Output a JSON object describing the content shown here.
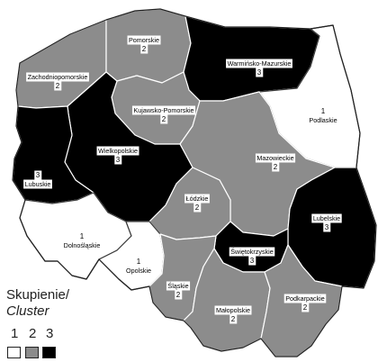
{
  "colors": {
    "cluster_1": "#ffffff",
    "cluster_2": "#8c8c8c",
    "cluster_3": "#000000"
  },
  "legend": {
    "title": "Skupienie/",
    "title_en": "Cluster",
    "items": [
      "1",
      "2",
      "3"
    ]
  },
  "regions": [
    {
      "id": "pomorskie",
      "name": "Pomorskie",
      "cluster": "2"
    },
    {
      "id": "zachodniopomorskie",
      "name": "Zachodniopomorskie",
      "cluster": "2"
    },
    {
      "id": "warminsko-mazurskie",
      "name": "Warmińsko-Mazurskie",
      "cluster": "3"
    },
    {
      "id": "podlaskie",
      "name": "Podlaskie",
      "cluster": "1"
    },
    {
      "id": "kujawsko-pomorskie",
      "name": "Kujawsko-Pomorskie",
      "cluster": "2"
    },
    {
      "id": "wielkopolskie",
      "name": "Wielkopolskie",
      "cluster": "3"
    },
    {
      "id": "lubuskie",
      "name": "Lubuskie",
      "cluster": "3"
    },
    {
      "id": "mazowieckie",
      "name": "Mazowieckie",
      "cluster": "2"
    },
    {
      "id": "lodzkie",
      "name": "Łódzkie",
      "cluster": "2"
    },
    {
      "id": "lubelskie",
      "name": "Lubelskie",
      "cluster": "3"
    },
    {
      "id": "dolnoslaskie",
      "name": "Dolnośląskie",
      "cluster": "1"
    },
    {
      "id": "opolskie",
      "name": "Opolskie",
      "cluster": "1"
    },
    {
      "id": "slaskie",
      "name": "Śląskie",
      "cluster": "2"
    },
    {
      "id": "swietokrzyskie",
      "name": "Świętokrzyskie",
      "cluster": "3"
    },
    {
      "id": "malopolskie",
      "name": "Małopolskie",
      "cluster": "2"
    },
    {
      "id": "podkarpackie",
      "name": "Podkarpackie",
      "cluster": "2"
    }
  ]
}
